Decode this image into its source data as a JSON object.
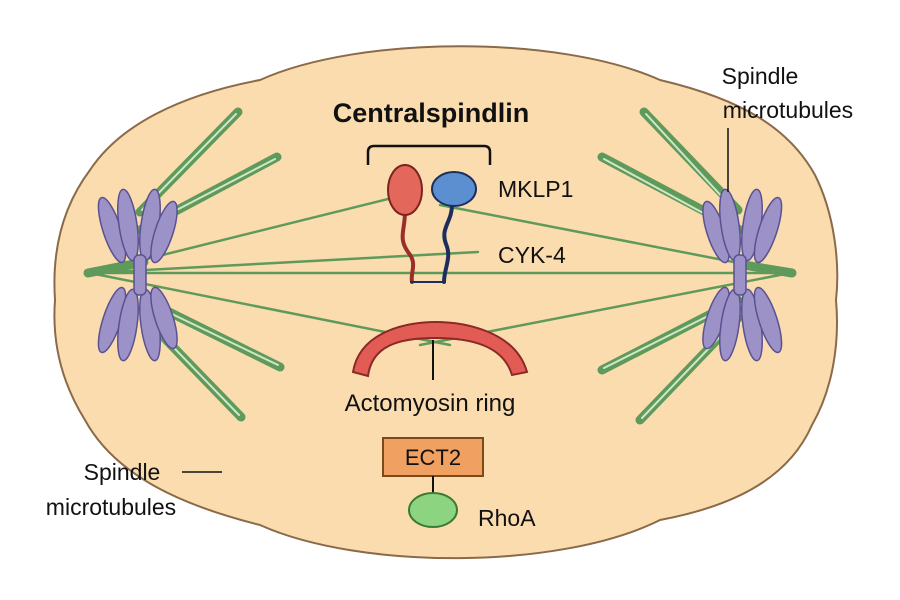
{
  "diagram": {
    "title": "Centralspindlin",
    "labels": {
      "mklp1": "MKLP1",
      "cyk4": "CYK-4",
      "actomyosin_ring": "Actomyosin ring",
      "ect2": "ECT2",
      "rhoa": "RhoA",
      "spindle_left_line1": "Spindle",
      "spindle_left_line2": "microtubules",
      "spindle_right_line1": "Spindle",
      "spindle_right_line2": "microtubules"
    },
    "colors": {
      "cell_fill": "#fbdcae",
      "cell_stroke": "#8a6a48",
      "microtubule": "#5f9a5a",
      "chromosome": "#9c92c8",
      "mklp1_head": "#e4675c",
      "mklp1_stalk": "#9a2f2a",
      "cyk4_head": "#5c8fd0",
      "cyk4_stalk": "#1c2e5c",
      "ring": "#e25c55",
      "ect2_box": "#f0a060",
      "rhoa": "#8cd480"
    }
  }
}
